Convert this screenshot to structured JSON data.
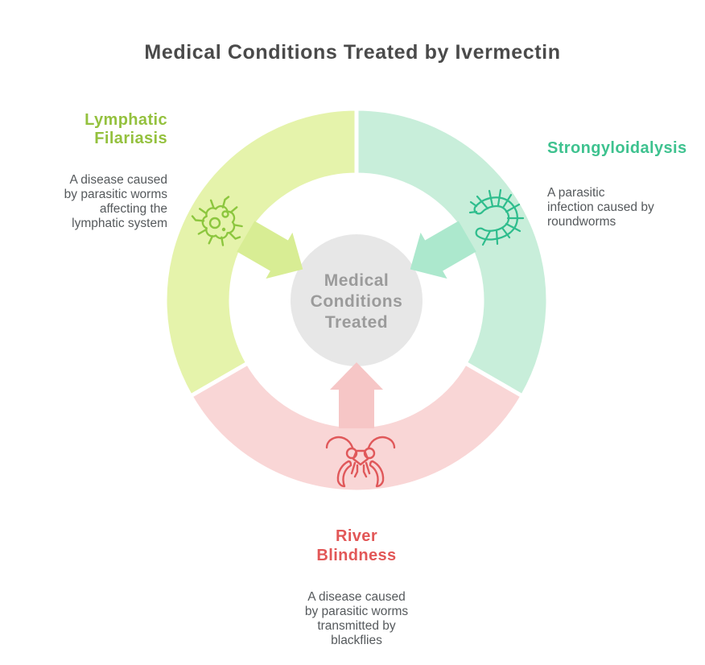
{
  "title": "Medical Conditions Treated by Ivermectin",
  "title_color": "#4a4a4a",
  "body_text_color": "#55595c",
  "center": {
    "label": "Medical\nConditions\nTreated",
    "circle_color": "#e7e7e7",
    "text_color": "#9b9b9b"
  },
  "sections": [
    {
      "name": "Lymphatic Filariasis",
      "heading": "Lymphatic\nFilariasis",
      "description": "A disease caused\nby parasitic worms\naffecting the\nlymphatic system",
      "heading_color": "#94c13e",
      "ring_color": "#e5f3ab",
      "arrow_color": "#d8ed94",
      "icon": "microbe-icon",
      "icon_color": "#8cc63e"
    },
    {
      "name": "Strongyloidalysis",
      "heading": "Strongyloidalysis",
      "description": "A parasitic\ninfection caused by\nroundworms",
      "heading_color": "#3ec28f",
      "ring_color": "#c8eeda",
      "arrow_color": "#ace8cd",
      "icon": "worm-icon",
      "icon_color": "#2fbd8d"
    },
    {
      "name": "River Blindness",
      "heading": "River\nBlindness",
      "description": "A disease caused\nby parasitic worms\ntransmitted by\nblackflies",
      "heading_color": "#e25757",
      "ring_color": "#f9d6d6",
      "arrow_color": "#f6c6c6",
      "icon": "blackfly-icon",
      "icon_color": "#e0585a"
    }
  ]
}
